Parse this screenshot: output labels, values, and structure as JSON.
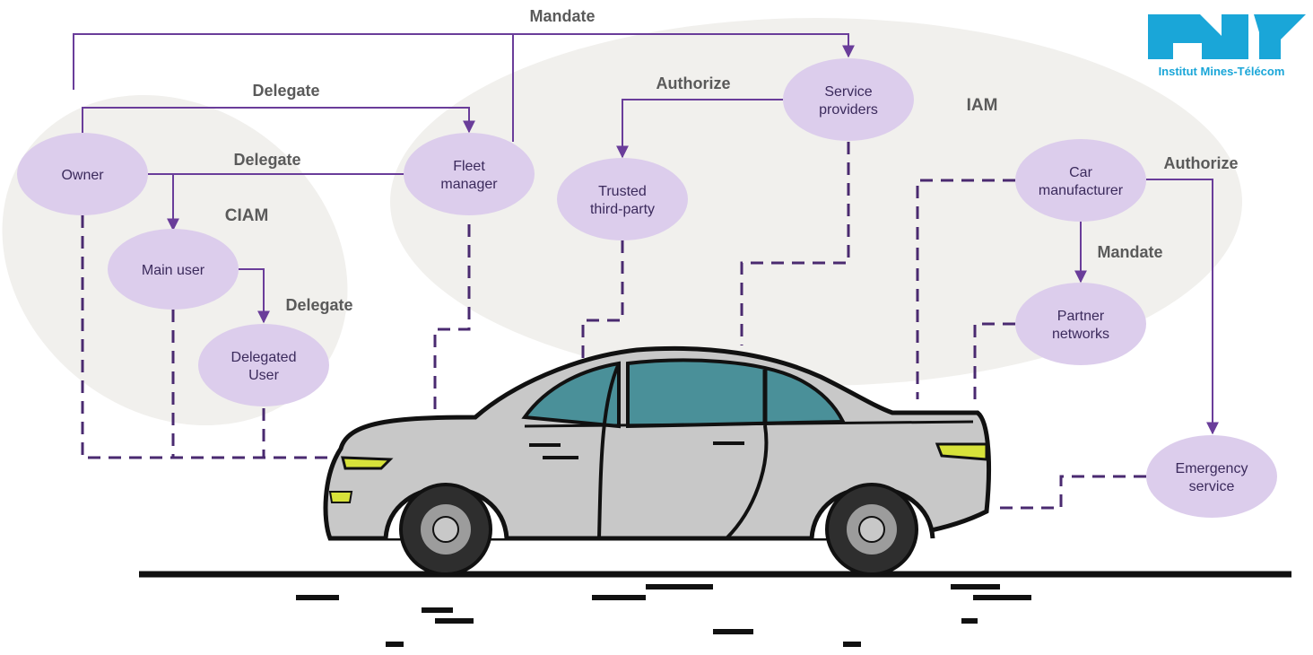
{
  "groups": {
    "ciam": "CIAM",
    "iam": "IAM"
  },
  "nodes": {
    "owner": [
      "Owner"
    ],
    "main_user": [
      "Main user"
    ],
    "delegated_user": [
      "Delegated",
      "User"
    ],
    "fleet_manager": [
      "Fleet",
      "manager"
    ],
    "trusted_third_party": [
      "Trusted",
      "third-party"
    ],
    "service_providers": [
      "Service",
      "providers"
    ],
    "car_manufacturer": [
      "Car",
      "manufacturer"
    ],
    "partner_networks": [
      "Partner",
      "networks"
    ],
    "emergency_service": [
      "Emergency",
      "service"
    ]
  },
  "edge_labels": {
    "mandate_top": "Mandate",
    "delegate_owner_fleet": "Delegate",
    "delegate_owner_main": "Delegate",
    "delegate_main_delegated": "Delegate",
    "authorize_sp_trusted": "Authorize",
    "authorize_cm_emergency": "Authorize",
    "mandate_cm_partner": "Mandate"
  },
  "logo": {
    "text": "Institut Mines-Télécom"
  },
  "colors": {
    "node_fill": "#dccdec",
    "group_fill": "#f1f0ed",
    "solid_edge": "#6a3d9a",
    "dashed_edge": "#4a2a70",
    "car_body": "#c8c8c8",
    "car_window": "#4a9099",
    "logo": "#1aa6d8"
  }
}
